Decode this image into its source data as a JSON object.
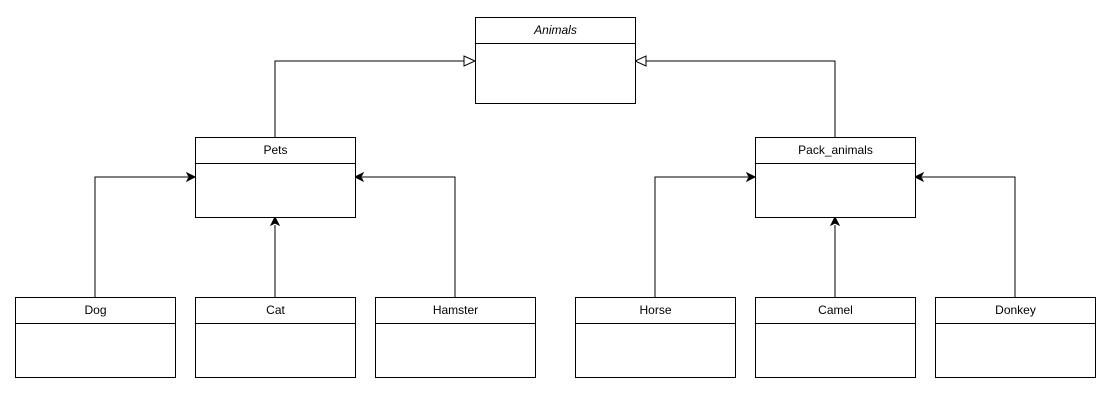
{
  "diagram": {
    "classes": {
      "animals": {
        "name": "Animals",
        "abstract": true
      },
      "pets": {
        "name": "Pets"
      },
      "pack_animals": {
        "name": "Pack_animals"
      },
      "dog": {
        "name": "Dog"
      },
      "cat": {
        "name": "Cat"
      },
      "hamster": {
        "name": "Hamster"
      },
      "horse": {
        "name": "Horse"
      },
      "camel": {
        "name": "Camel"
      },
      "donkey": {
        "name": "Donkey"
      }
    },
    "relations": [
      {
        "from": "pets",
        "to": "animals",
        "kind": "generalization"
      },
      {
        "from": "pack_animals",
        "to": "animals",
        "kind": "generalization"
      },
      {
        "from": "dog",
        "to": "pets",
        "kind": "association"
      },
      {
        "from": "cat",
        "to": "pets",
        "kind": "association"
      },
      {
        "from": "hamster",
        "to": "pets",
        "kind": "association"
      },
      {
        "from": "horse",
        "to": "pack_animals",
        "kind": "association"
      },
      {
        "from": "camel",
        "to": "pack_animals",
        "kind": "association"
      },
      {
        "from": "donkey",
        "to": "pack_animals",
        "kind": "association"
      }
    ]
  }
}
